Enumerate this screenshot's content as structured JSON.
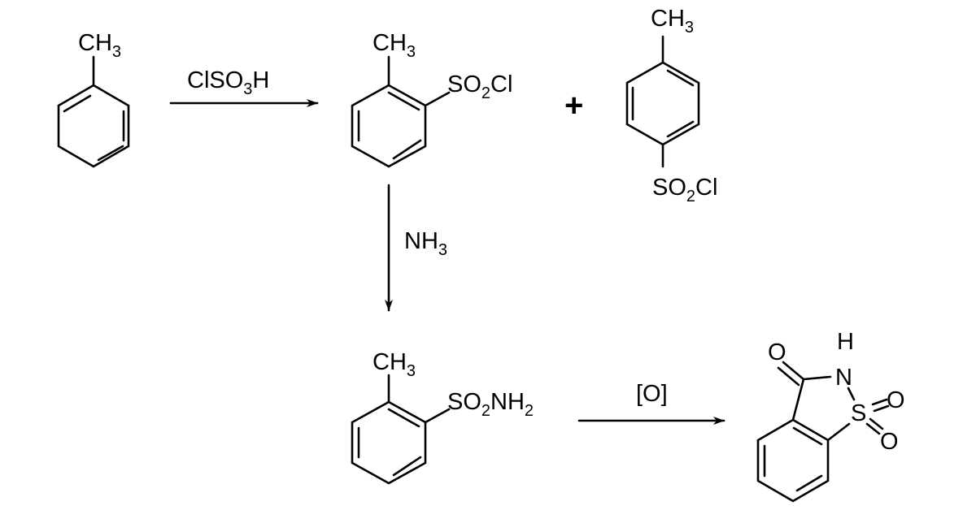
{
  "title": "Synthesis of saccharin from toluene",
  "molecules": {
    "toluene": {
      "substituent": "CH",
      "sub_index": "3"
    },
    "ortho_sulfonyl_chloride": {
      "methyl": "CH",
      "methyl_index": "3",
      "group_a": "SO",
      "group_index": "2",
      "group_b": "Cl"
    },
    "para_sulfonyl_chloride": {
      "methyl": "CH",
      "methyl_index": "3",
      "group_a": "SO",
      "group_index": "2",
      "group_b": "Cl"
    },
    "ortho_sulfonamide": {
      "methyl": "CH",
      "methyl_index": "3",
      "group_a": "SO",
      "group_index": "2",
      "group_b": "NH",
      "group_index2": "2"
    },
    "saccharin": {
      "oxygen_carbonyl": "O",
      "hydrogen": "H",
      "nitrogen": "N",
      "sulfur": "S",
      "oxygen_1": "O",
      "oxygen_2": "O"
    }
  },
  "reactions": {
    "step1": {
      "reagent_a": "ClSO",
      "reagent_index": "3",
      "reagent_b": "H"
    },
    "plus": "+",
    "step2": {
      "reagent": "NH",
      "reagent_index": "3"
    },
    "step3": {
      "reagent": "[O]"
    }
  },
  "colors": {
    "ink": "#000000",
    "background": "#ffffff"
  }
}
